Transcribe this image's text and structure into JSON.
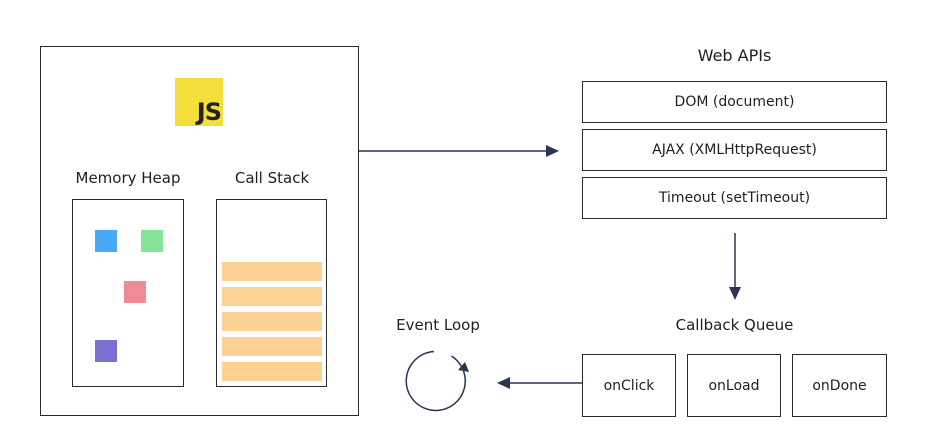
{
  "engine": {
    "logo_text": "JS",
    "memory_heap_label": "Memory Heap",
    "call_stack_label": "Call Stack",
    "heap_objects": [
      {
        "name": "blue",
        "color": "#4aa8f5"
      },
      {
        "name": "green",
        "color": "#86e39a"
      },
      {
        "name": "red",
        "color": "#f08a95"
      },
      {
        "name": "purple",
        "color": "#7b6fd2"
      }
    ],
    "stack_frame_color": "#fcd193",
    "logo_color": "#f4de3a"
  },
  "web_apis": {
    "title": "Web APIs",
    "items": [
      "DOM (document)",
      "AJAX (XMLHttpRequest)",
      "Timeout (setTimeout)"
    ]
  },
  "callback_queue": {
    "title": "Callback Queue",
    "items": [
      "onClick",
      "onLoad",
      "onDone"
    ]
  },
  "event_loop": {
    "label": "Event Loop"
  }
}
